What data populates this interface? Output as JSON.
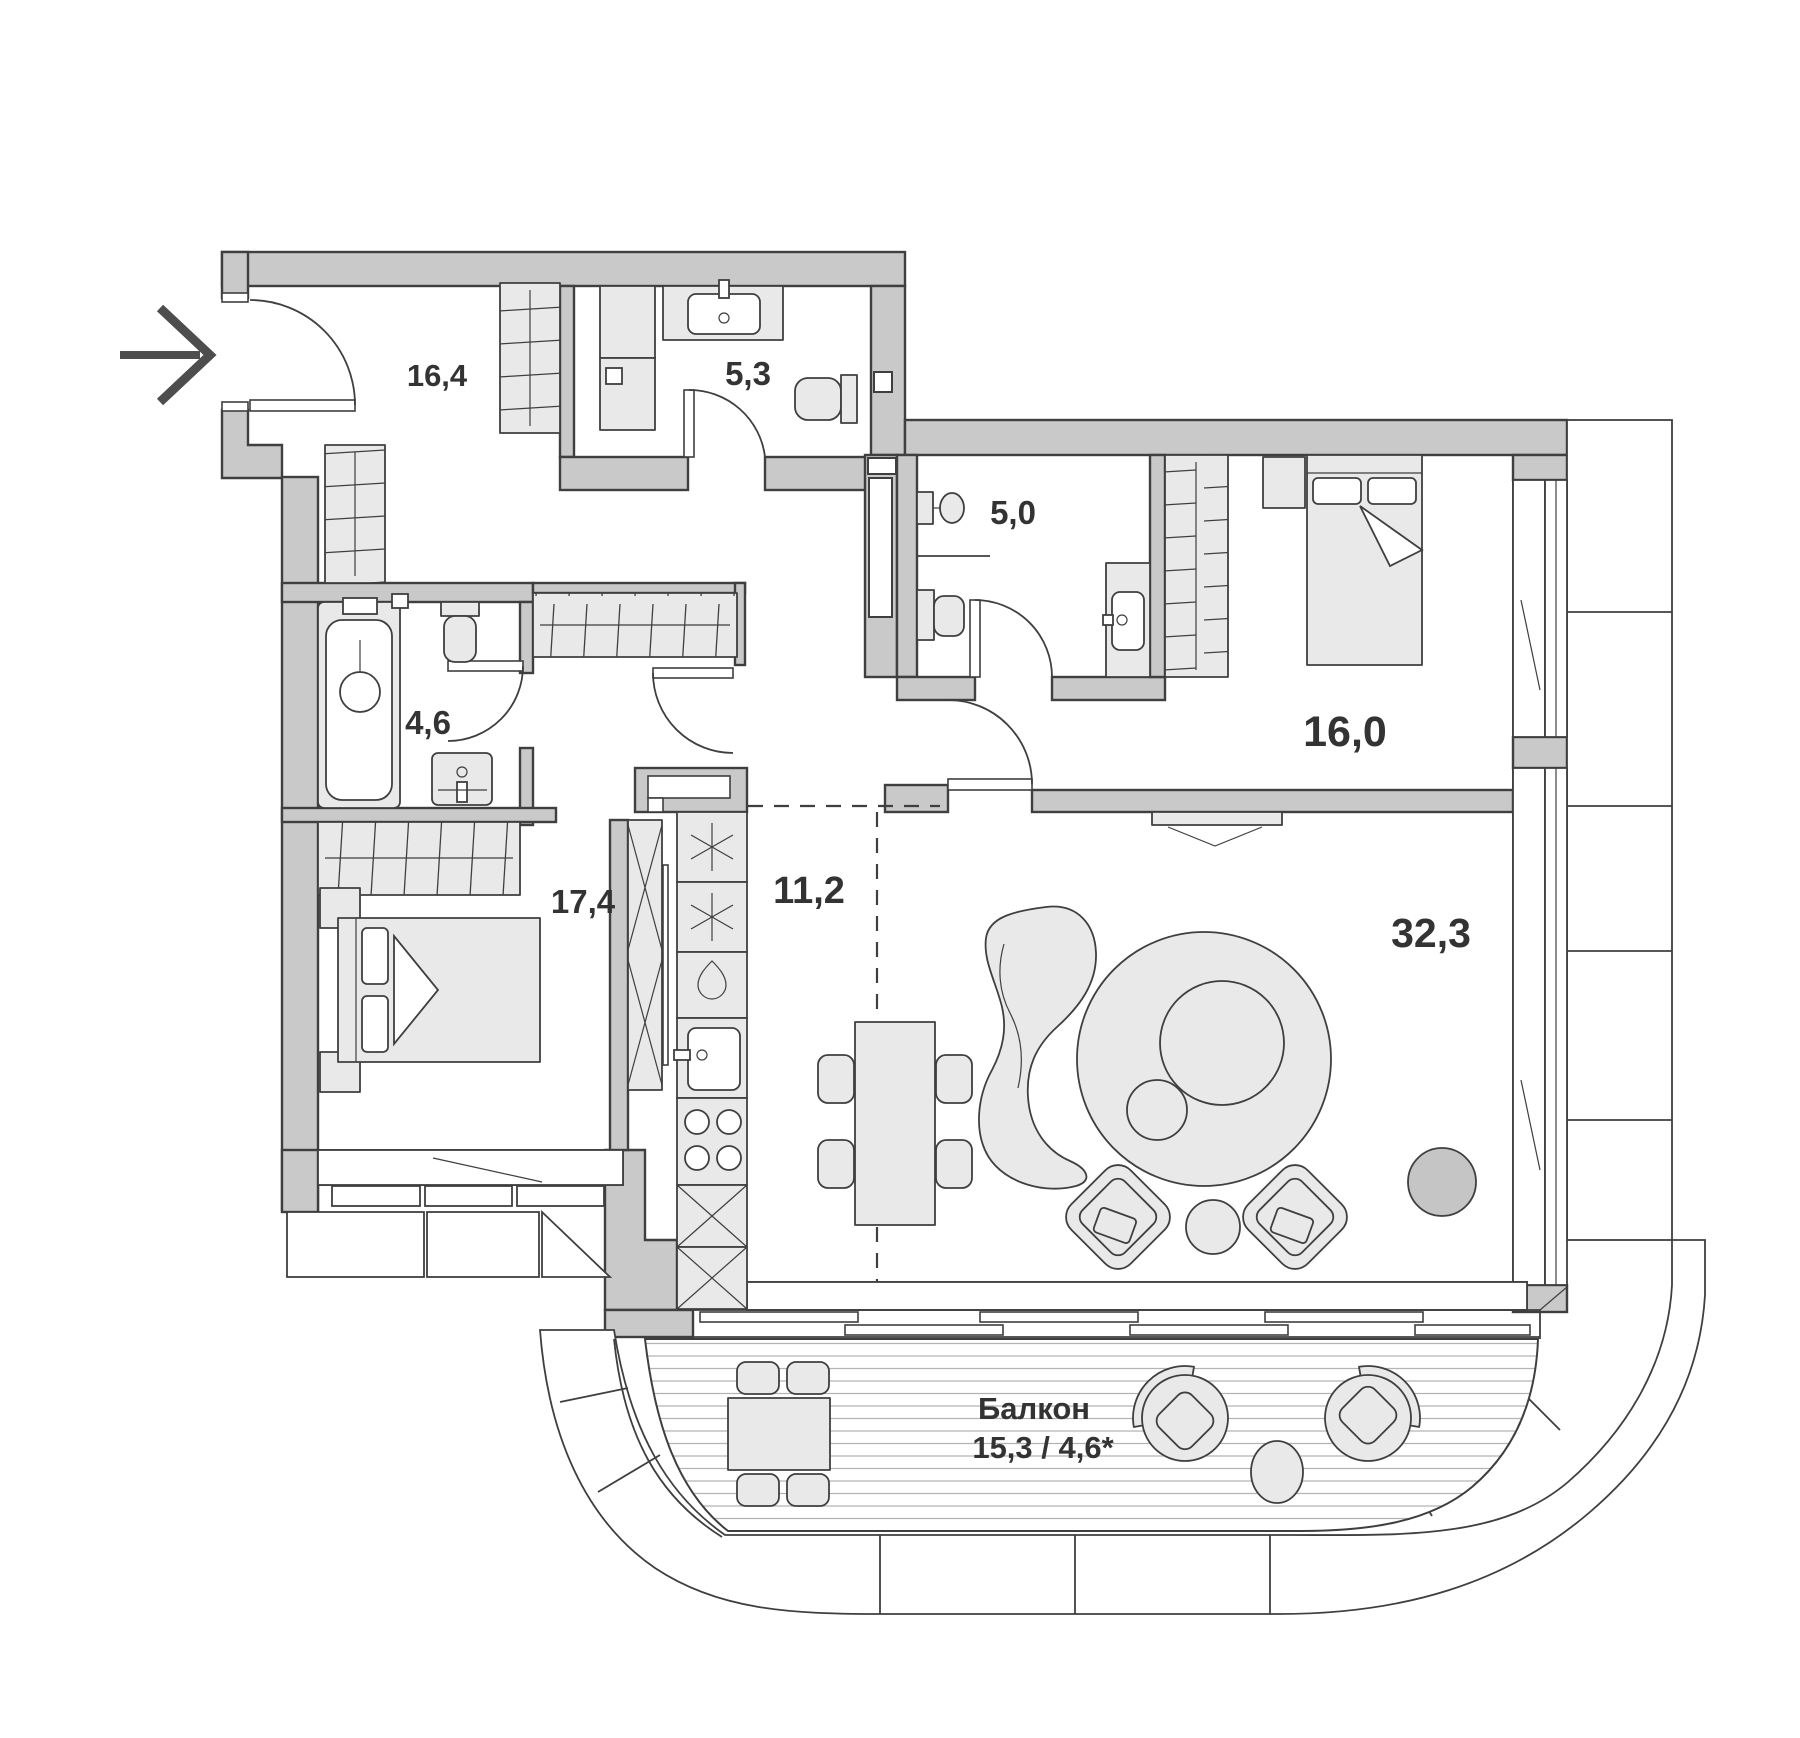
{
  "plan": {
    "type": "apartment-floor-plan",
    "entry": {
      "icon": "entry-arrow",
      "direction": "right"
    },
    "rooms": {
      "hallway": {
        "area": "16,4"
      },
      "bathroom_top": {
        "area": "5,3"
      },
      "bathroom_master": {
        "area": "5,0"
      },
      "bedroom_right": {
        "area": "16,0"
      },
      "bathroom_left": {
        "area": "4,6"
      },
      "bedroom_left": {
        "area": "17,4"
      },
      "kitchen": {
        "area": "11,2"
      },
      "living_room": {
        "area": "32,3"
      },
      "balcony": {
        "name": "Балкон",
        "area": "15,3 / 4,6*"
      }
    },
    "colors": {
      "background": "#ffffff",
      "wall": "#c9c9c9",
      "outline": "#3f3f3f",
      "furniture": "#e9e9e9",
      "accent_circle": "#c5c5c5",
      "deck_line": "#b3b3b3",
      "label": "#333333"
    }
  }
}
